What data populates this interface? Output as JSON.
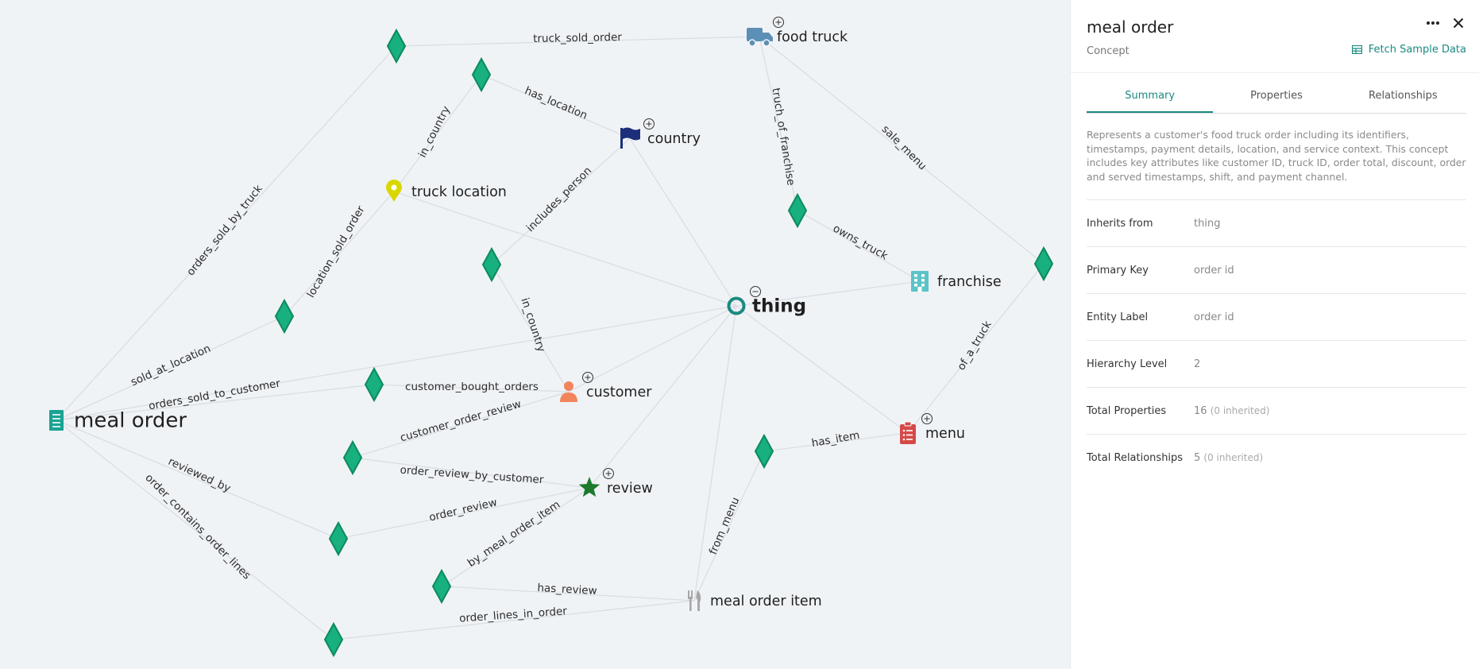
{
  "graph": {
    "central_node": "meal order",
    "nodes": [
      {
        "id": "meal_order",
        "label": "meal order",
        "icon": "receipt-icon",
        "primary": true,
        "toggle": ""
      },
      {
        "id": "thing",
        "label": "thing",
        "icon": "ring-icon",
        "toggle": "minus"
      },
      {
        "id": "food_truck",
        "label": "food truck",
        "icon": "truck-icon",
        "toggle": "plus"
      },
      {
        "id": "country",
        "label": "country",
        "icon": "flag-icon",
        "toggle": "plus"
      },
      {
        "id": "truck_location",
        "label": "truck location",
        "icon": "map-pin-icon",
        "toggle": ""
      },
      {
        "id": "franchise",
        "label": "franchise",
        "icon": "building-icon",
        "toggle": ""
      },
      {
        "id": "customer",
        "label": "customer",
        "icon": "person-icon",
        "toggle": "plus"
      },
      {
        "id": "menu",
        "label": "menu",
        "icon": "clipboard-icon",
        "toggle": "plus"
      },
      {
        "id": "review",
        "label": "review",
        "icon": "star-icon",
        "toggle": "plus"
      },
      {
        "id": "meal_order_item",
        "label": "meal order item",
        "icon": "utensils-icon",
        "toggle": ""
      }
    ],
    "relationship_labels": [
      "truck_sold_order",
      "has_location",
      "in_country",
      "truch_of_franchise",
      "sale_menu",
      "orders_sold_by_truck",
      "location_sold_order",
      "includes_person",
      "owns_truck",
      "in_country",
      "sold_at_location",
      "orders_sold_to_customer",
      "customer_bought_orders",
      "of_a_truck",
      "customer_order_review",
      "has_item",
      "order_review_by_customer",
      "reviewed_by",
      "order_contains_order_lines",
      "order_review",
      "by_meal_order_item",
      "from_menu",
      "has_review",
      "order_lines_in_order"
    ]
  },
  "colors": {
    "accent": "#1a8a80",
    "meal_order": "#1aa394",
    "diamond": "#17b07e",
    "truck": "#5b8fb5",
    "flag": "#1d2f7a",
    "pin": "#d9d600",
    "franchise": "#5cc3c7",
    "customer": "#f2845c",
    "menu": "#d64949",
    "star": "#1b7a2b",
    "utensils": "#a7a7a7",
    "thing": "#1a8a80"
  },
  "panel": {
    "title": "meal order",
    "subtitle": "Concept",
    "more_icon": "ellipsis-icon",
    "close_icon": "close-icon",
    "fetch_label": "Fetch Sample Data",
    "tabs": [
      {
        "label": "Summary",
        "active": true
      },
      {
        "label": "Properties",
        "active": false
      },
      {
        "label": "Relationships",
        "active": false
      }
    ],
    "description": "Represents a customer's food truck order including its identifiers, timestamps, payment details, location, and service context. This concept includes key attributes like customer ID, truck ID, order total, discount, order and served timestamps, shift, and payment channel.",
    "properties": [
      {
        "key": "Inherits from",
        "value": "thing",
        "note": ""
      },
      {
        "key": "Primary Key",
        "value": "order id",
        "note": ""
      },
      {
        "key": "Entity Label",
        "value": "order id",
        "note": ""
      },
      {
        "key": "Hierarchy Level",
        "value": "2",
        "note": ""
      },
      {
        "key": "Total Properties",
        "value": "16",
        "note": "(0 inherited)"
      },
      {
        "key": "Total Relationships",
        "value": "5",
        "note": "(0 inherited)"
      }
    ]
  }
}
